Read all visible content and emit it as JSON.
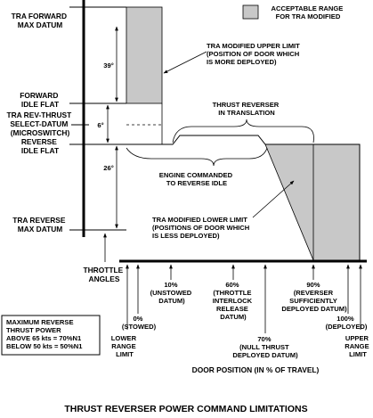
{
  "title": "THRUST REVERSER POWER COMMAND LIMITATIONS",
  "legend": {
    "label_lines": [
      "ACCEPTABLE RANGE",
      "FOR TRA MODIFIED"
    ],
    "swatch_color": "#c8c8c8"
  },
  "tra_axis": {
    "label_lines": [
      "THROTTLE",
      "ANGLES"
    ],
    "datums": {
      "forward_max": [
        "TRA FORWARD",
        "MAX DATUM"
      ],
      "forward_idle": [
        "FORWARD",
        "IDLE FLAT"
      ],
      "rev_thrust_select": [
        "TRA REV-THRUST",
        "SELECT-DATUM",
        "(MICROSWITCH)"
      ],
      "reverse_idle": [
        "REVERSE",
        "IDLE FLAT"
      ],
      "reverse_max": [
        "TRA REVERSE",
        "MAX DATUM"
      ]
    },
    "spans": {
      "upper": "39°",
      "middle": "6°",
      "lower": "26°"
    }
  },
  "annotations": {
    "upper_limit": [
      "TRA MODIFIED UPPER LIMIT",
      "(POSITION OF DOOR WHICH",
      "IS MORE DEPLOYED)"
    ],
    "in_translation": [
      "THRUST REVERSER",
      "IN TRANSLATION"
    ],
    "engine_commanded": [
      "ENGINE COMMANDED",
      "TO REVERSE IDLE"
    ],
    "lower_limit": [
      "TRA MODIFIED LOWER LIMIT",
      "(POSITIONS OF DOOR WHICH",
      "IS LESS DEPLOYED)"
    ]
  },
  "door_axis": {
    "label": "DOOR POSITION (IN % OF TRAVEL)",
    "ticks": {
      "lower_range": [
        "LOWER",
        "RANGE",
        "LIMIT"
      ],
      "stowed": [
        "0%",
        "(STOWED)"
      ],
      "unstowed": [
        "10%",
        "(UNSTOWED",
        "DATUM)"
      ],
      "interlock": [
        "60%",
        "(THROTTLE",
        "INTERLOCK",
        "RELEASE",
        "DATUM)"
      ],
      "null_thrust": [
        "70%",
        "(NULL THRUST",
        "DEPLOYED DATUM)"
      ],
      "sufficient": [
        "90%",
        "(REVERSER",
        "SUFFICIENTLY",
        "DEPLOYED DATUM)"
      ],
      "deployed": [
        "100%",
        "(DEPLOYED)"
      ],
      "upper_range": [
        "UPPER",
        "RANGE",
        "LIMIT"
      ]
    }
  },
  "max_reverse_box": {
    "lines": [
      "MAXIMUM REVERSE",
      "THRUST POWER",
      "ABOVE 65 kts = 70%N1",
      "BELOW 50 kts = 50%N1"
    ]
  }
}
